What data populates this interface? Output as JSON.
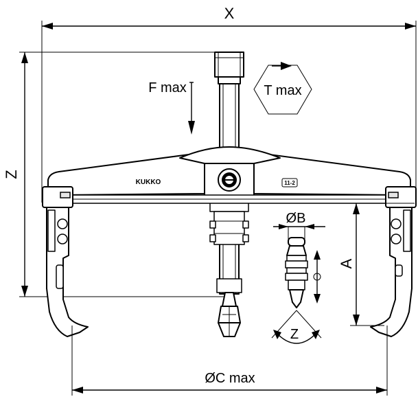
{
  "labels": {
    "x": "X",
    "z": "Z",
    "a": "A",
    "f_max": "F max",
    "t_max": "T max",
    "diam_b": "ØB",
    "diam_c_max": "ØC max",
    "z_angle": "Z",
    "brand": "KUKKO",
    "model": "11-2"
  },
  "icons": {
    "t_max_shape": "hexagon-icon",
    "angle_symbol": "diameter-circle-icon"
  }
}
